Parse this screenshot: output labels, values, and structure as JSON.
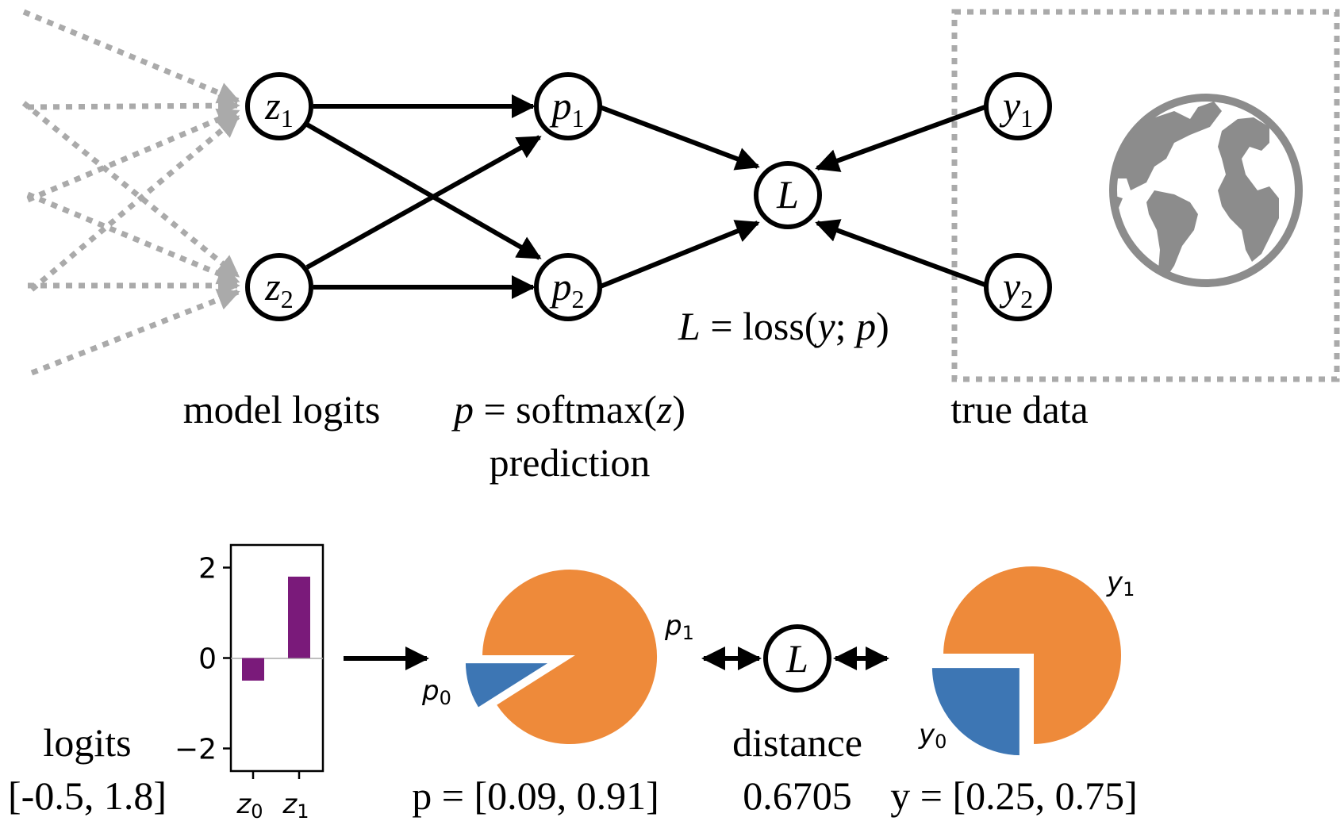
{
  "diagram": {
    "nodes": {
      "z1": {
        "main": "z",
        "sub": "1"
      },
      "z2": {
        "main": "z",
        "sub": "2"
      },
      "p1": {
        "main": "p",
        "sub": "1"
      },
      "p2": {
        "main": "p",
        "sub": "2"
      },
      "L": {
        "main": "L"
      },
      "y1": {
        "main": "y",
        "sub": "1"
      },
      "y2": {
        "main": "y",
        "sub": "2"
      }
    },
    "loss_formula": {
      "lhs": "L",
      "eq": " = loss(",
      "y": "y",
      "semi": "; ",
      "p": "p",
      "close": ")"
    },
    "labels": {
      "model_logits": "model logits",
      "softmax": {
        "p": "p",
        "rest": " = softmax(",
        "z": "z",
        "close": ")"
      },
      "prediction": "prediction",
      "true_data": "true data"
    },
    "globe_icon": "globe-icon"
  },
  "bottom": {
    "logits_label": "logits",
    "logits_values": "[-0.5, 1.8]",
    "p_values": "p = [0.09, 0.91]",
    "distance_label": "distance",
    "distance_value": "0.6705",
    "y_values": "y = [0.25, 0.75]",
    "loss_node": "L",
    "pie_labels": {
      "p0": {
        "main": "p",
        "sub": "0"
      },
      "p1": {
        "main": "p",
        "sub": "1"
      },
      "y0": {
        "main": "y",
        "sub": "0"
      },
      "y1": {
        "main": "y",
        "sub": "1"
      }
    }
  },
  "chart_data": [
    {
      "type": "bar",
      "categories": [
        "z0",
        "z1"
      ],
      "category_labels": [
        {
          "main": "z",
          "sub": "0"
        },
        {
          "main": "z",
          "sub": "1"
        }
      ],
      "values": [
        -0.5,
        1.8
      ],
      "ylim": [
        -2.5,
        2.5
      ],
      "yticks": [
        2,
        0,
        -2
      ],
      "ytick_labels": [
        "2",
        "0",
        "−2"
      ],
      "color": "#7a1a7a"
    },
    {
      "type": "pie",
      "labels": [
        "p0",
        "p1"
      ],
      "values": [
        0.09,
        0.91
      ],
      "colors": [
        "#3d76b4",
        "#ee8a3a"
      ],
      "exploded": "p0"
    },
    {
      "type": "pie",
      "labels": [
        "y0",
        "y1"
      ],
      "values": [
        0.25,
        0.75
      ],
      "colors": [
        "#3d76b4",
        "#ee8a3a"
      ],
      "exploded": "y0"
    }
  ],
  "colors": {
    "line": "#000000",
    "dotted": "#aaaaaa",
    "globe": "#8c8c8c",
    "bar": "#7a1a7a",
    "pie_blue": "#3d76b4",
    "pie_orange": "#ee8a3a"
  }
}
